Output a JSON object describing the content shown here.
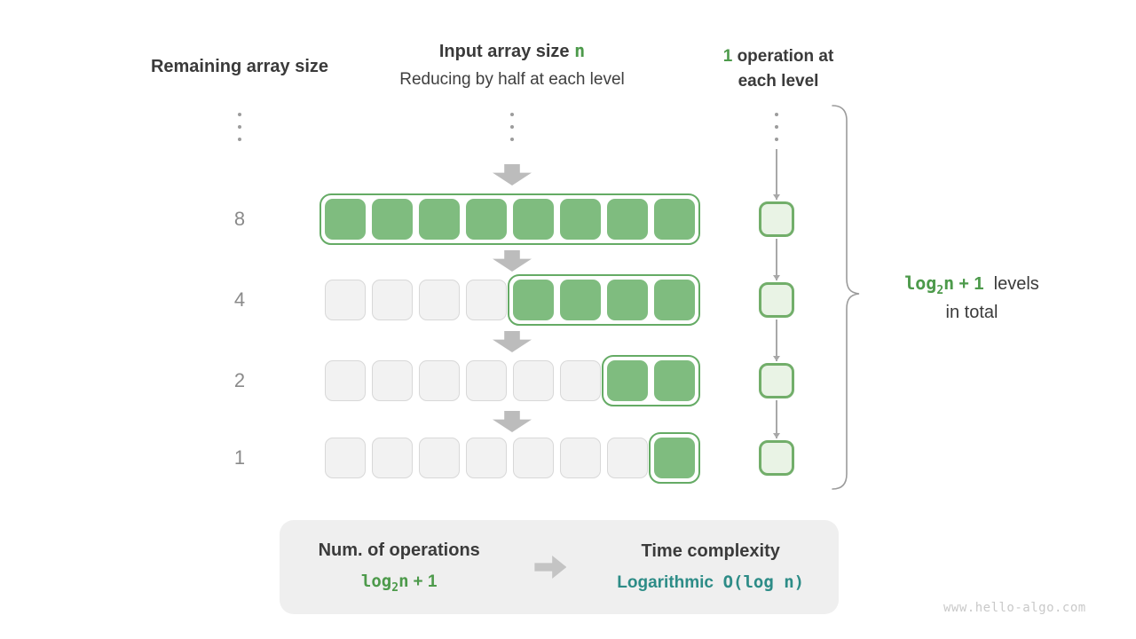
{
  "colors": {
    "cell_green_fill": "#7fbc7f",
    "subarray_border_green": "#65ab65",
    "op_box_fill": "#e9f3e5",
    "op_box_border": "#72ae6a",
    "inactive_cell_fill": "#f2f2f2",
    "inactive_cell_border": "#d8d8d8",
    "accent_green_text": "#4d9a4b",
    "teal_text": "#2d8c87",
    "arrow_gray": "#bcbcbc",
    "text_dark": "#3b3b3b",
    "level_label_gray": "#8a8a8a",
    "panel_bg": "#efefef"
  },
  "headers": {
    "left_title": "Remaining array size",
    "center_title": "Input array size",
    "center_title_var": "n",
    "center_subtitle": "Reducing by half at each level",
    "right_highlight": "1",
    "right_line1": "operation at",
    "right_line2": "each level"
  },
  "levels": [
    {
      "label": "8",
      "inactive_cells": 0,
      "active_cells": 8
    },
    {
      "label": "4",
      "inactive_cells": 4,
      "active_cells": 4
    },
    {
      "label": "2",
      "inactive_cells": 6,
      "active_cells": 2
    },
    {
      "label": "1",
      "inactive_cells": 7,
      "active_cells": 1
    }
  ],
  "brace_note": {
    "formula_fn": "log",
    "formula_sub": "2",
    "formula_var": "n",
    "formula_rest": "+ 1",
    "text_line1": "levels",
    "text_line2": "in total"
  },
  "summary": {
    "left_title": "Num. of operations",
    "left_formula_fn": "log",
    "left_formula_sub": "2",
    "left_formula_var": "n",
    "left_formula_rest": "+ 1",
    "right_title": "Time complexity",
    "right_word": "Logarithmic",
    "right_o_open": "O(",
    "right_o_fn": "log n",
    "right_o_close": ")"
  },
  "watermark": "www.hello-algo.com"
}
